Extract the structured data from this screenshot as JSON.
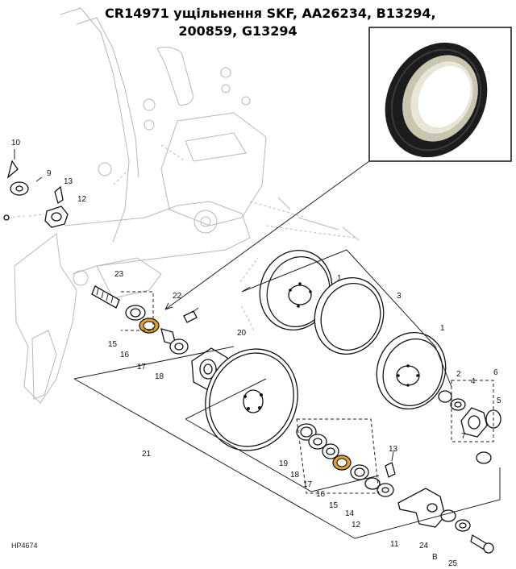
{
  "title": {
    "line1": "CR14971 ущільнення SKF, AA26234, B13294,",
    "line2": "200859, G13294"
  },
  "figure_code": "HP4674",
  "callouts": [
    "10",
    "9",
    "13",
    "12",
    "23",
    "22",
    "15",
    "16",
    "17",
    "18",
    "20",
    "1",
    "3",
    "1",
    "2",
    "4",
    "6",
    "5",
    "7",
    "21",
    "19",
    "18",
    "17",
    "16",
    "15",
    "14",
    "13",
    "12",
    "11",
    "24",
    "B",
    "25"
  ],
  "colors": {
    "highlight_seal": "#e0a030",
    "seal_rubber": "#1c1c1c",
    "seal_metal": "#c8c6b0"
  }
}
